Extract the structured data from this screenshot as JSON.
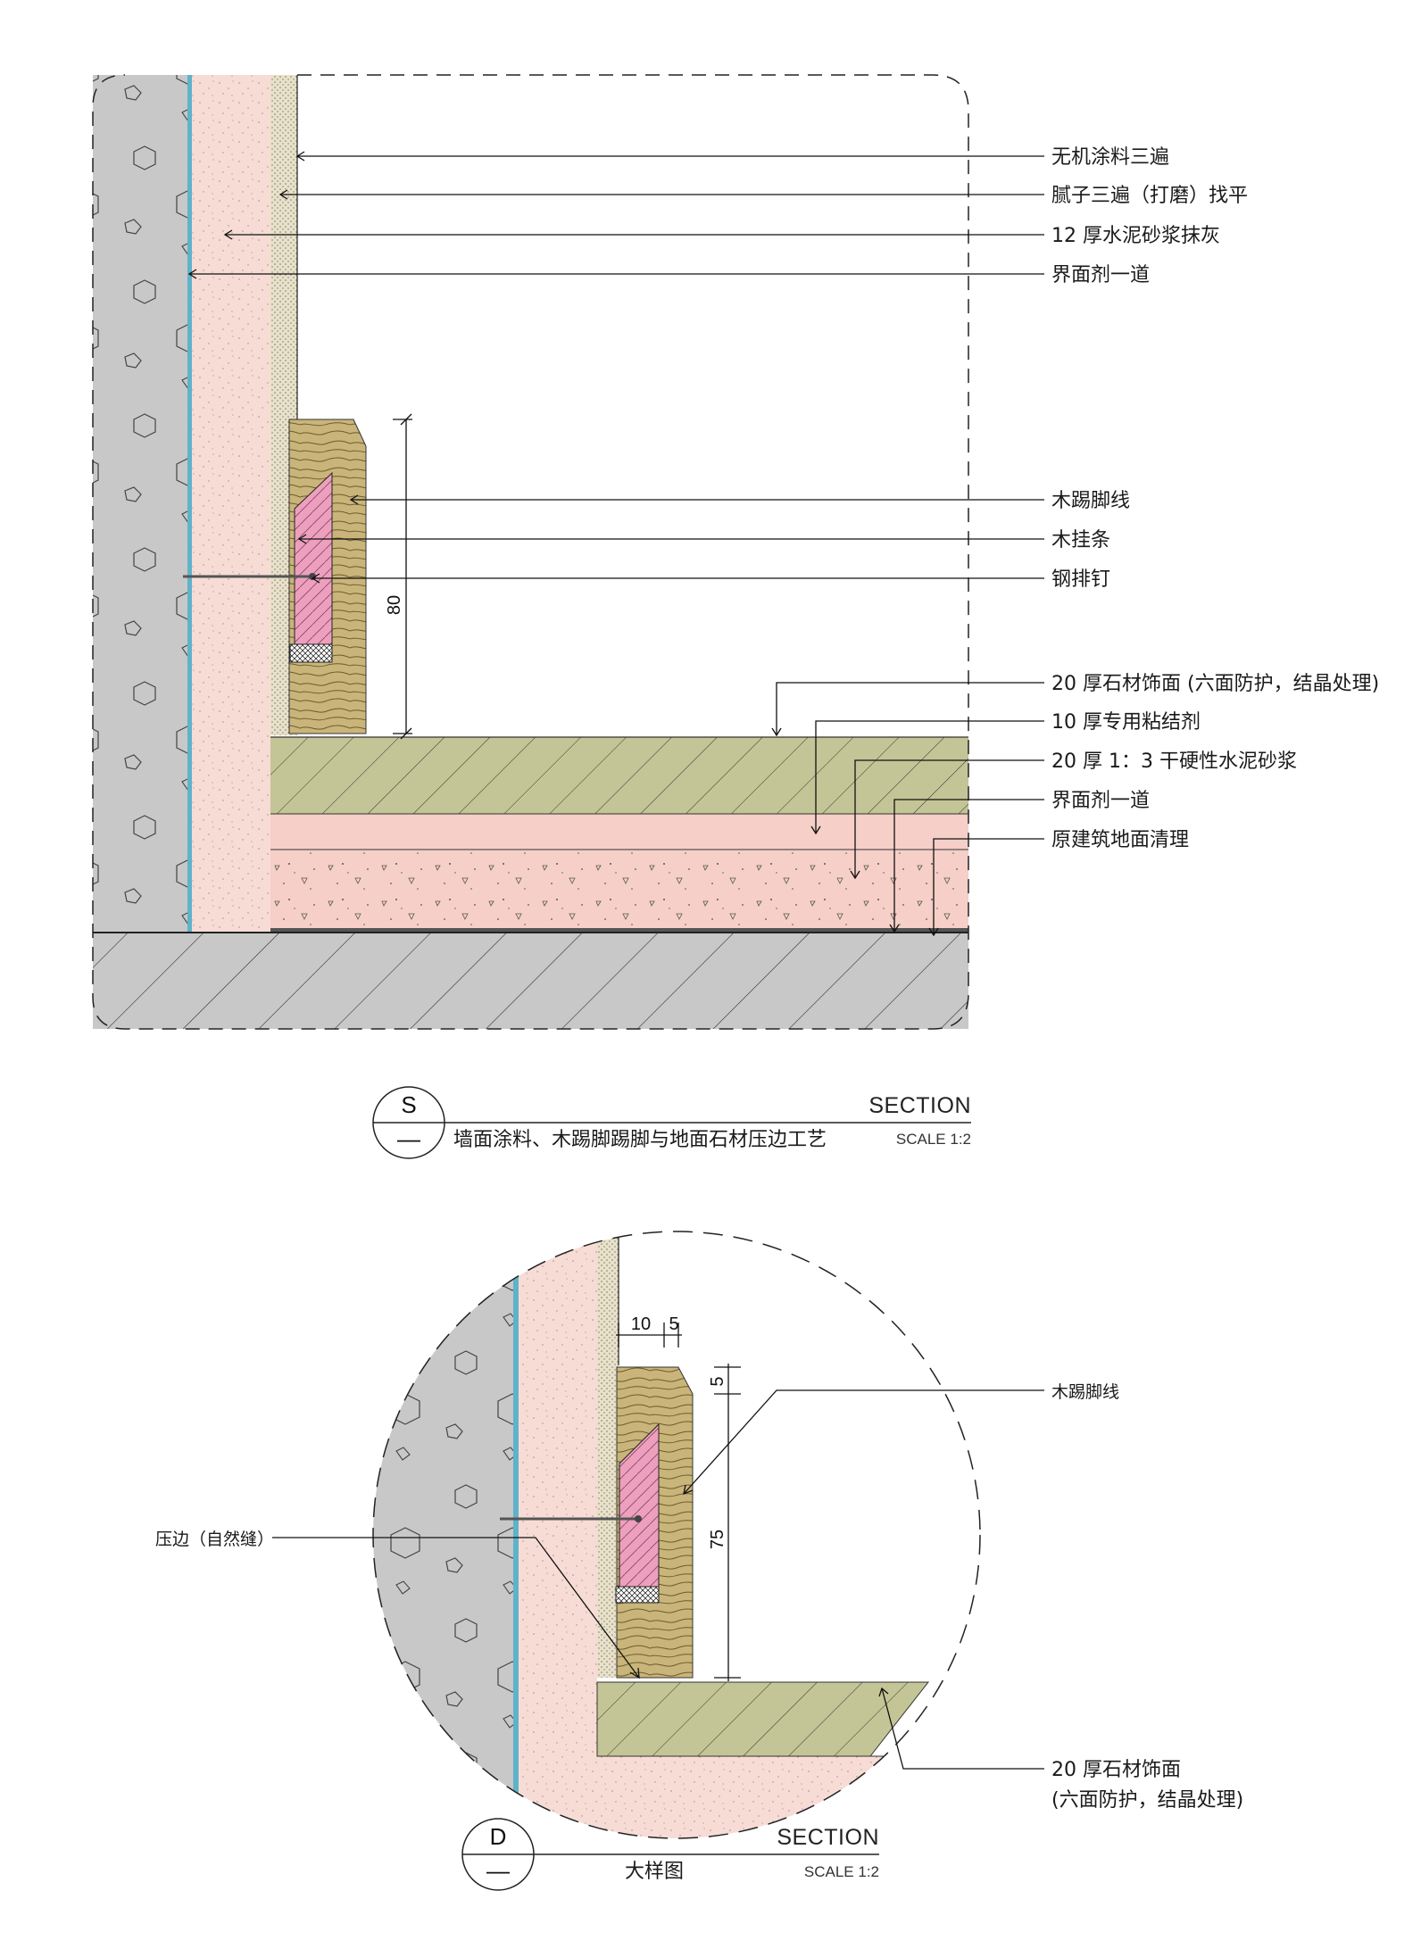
{
  "section_s": {
    "mark": "S",
    "sub_mark": "—",
    "label": "SECTION",
    "caption": "墙面涂料、木踢脚踢脚与地面石材压边工艺",
    "scale": "SCALE 1:2",
    "dimension_height": "80",
    "callouts": [
      "无机涂料三遍",
      "腻子三遍（打磨）找平",
      "12 厚水泥砂浆抹灰",
      "界面剂一道",
      "木踢脚线",
      "木挂条",
      "钢排钉",
      "20 厚石材饰面 (六面防护，结晶处理)",
      "10 厚专用粘结剂",
      "20 厚 1：3 干硬性水泥砂浆",
      "界面剂一道",
      "原建筑地面清理"
    ]
  },
  "section_d": {
    "mark": "D",
    "sub_mark": "—",
    "label": "SECTION",
    "caption": "大样图",
    "scale": "SCALE 1:2",
    "dimensions": {
      "gap": "10",
      "recess": "5",
      "top": "5",
      "height": "75"
    },
    "callouts": {
      "skirting": "木踢脚线",
      "edge_joint": "压边（自然缝）",
      "stone_line1": "20 厚石材饰面",
      "stone_line2": "(六面防护，结晶处理)"
    }
  },
  "colors": {
    "concrete": "#c8c8c8",
    "plaster": "#f7dcd6",
    "interface": "#5fb3c9",
    "wood": "#c9b57a",
    "stone": "#c4c596",
    "mortar": "#f6cfc8",
    "strip": "#ee9fbe"
  }
}
